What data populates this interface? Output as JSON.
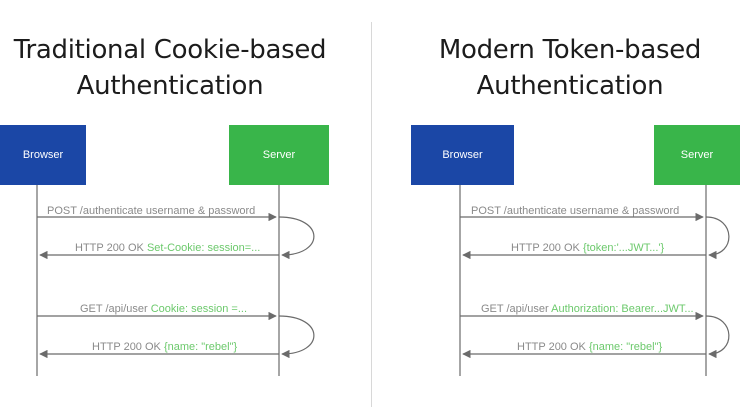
{
  "left": {
    "title_line1": "Traditional Cookie-based",
    "title_line2": "Authentication",
    "browser_label": "Browser",
    "server_label": "Server",
    "messages": [
      {
        "text": "POST /authenticate username & password",
        "highlight": ""
      },
      {
        "text": "HTTP 200 OK ",
        "highlight": "Set-Cookie: session=..."
      },
      {
        "text": "GET /api/user ",
        "highlight": "Cookie: session =..."
      },
      {
        "text": "HTTP 200 OK ",
        "highlight": "{name: \"rebel\"}"
      }
    ]
  },
  "right": {
    "title_line1": "Modern Token-based",
    "title_line2": "Authentication",
    "browser_label": "Browser",
    "server_label": "Server",
    "messages": [
      {
        "text": "POST /authenticate username & password",
        "highlight": ""
      },
      {
        "text": "HTTP 200 OK ",
        "highlight": "{token:'...JWT...'}"
      },
      {
        "text": "GET /api/user ",
        "highlight": "Authorization: Bearer...JWT..."
      },
      {
        "text": "HTTP 200 OK ",
        "highlight": "{name: \"rebel\"}"
      }
    ]
  },
  "colors": {
    "browser": "#1b47a6",
    "server": "#39b54a",
    "highlight": "#6cc96c",
    "text": "#8a8a8a",
    "line": "#6b6b6b"
  }
}
